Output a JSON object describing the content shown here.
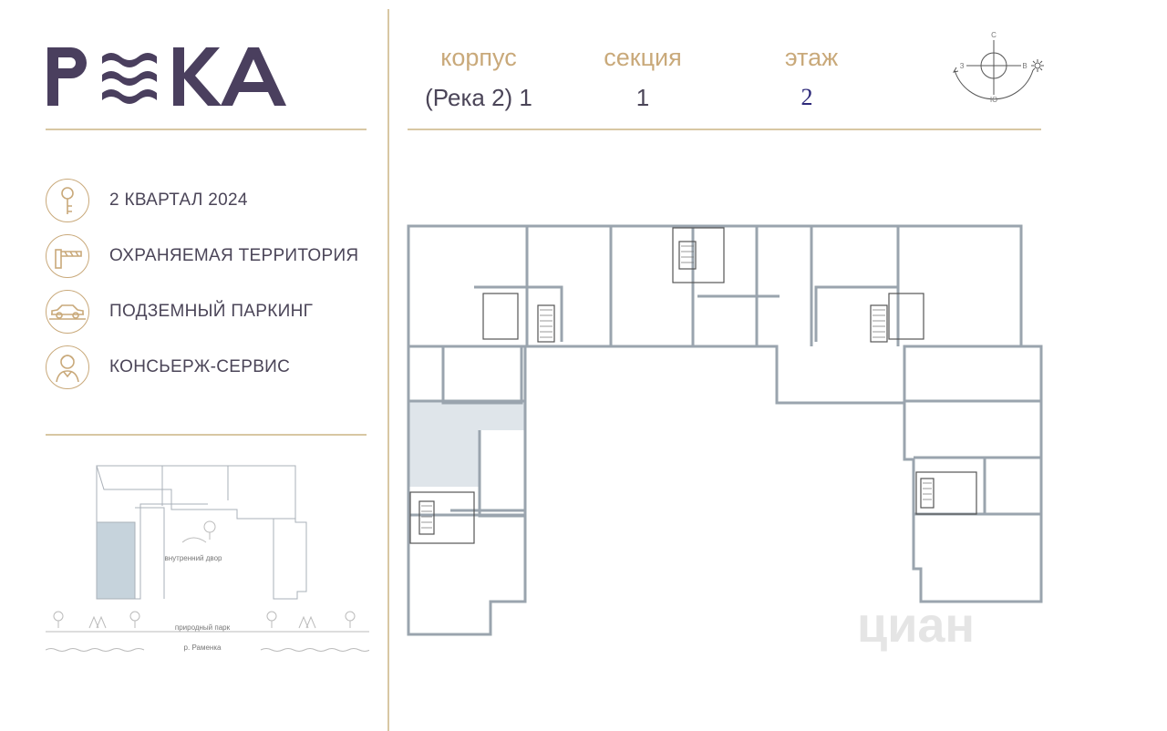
{
  "brand": {
    "logo": "РЕКА"
  },
  "header": {
    "corpus_label": "корпус",
    "corpus_value": "(Река 2) 1",
    "section_label": "секция",
    "section_value": "1",
    "floor_label": "этаж",
    "floor_value": "2"
  },
  "compass": {
    "n": "С",
    "s": "Ю",
    "w": "З",
    "e": "В"
  },
  "features": [
    {
      "icon": "key-icon",
      "label": "2 КВАРТАЛ 2024"
    },
    {
      "icon": "barrier-icon",
      "label": "ОХРАНЯЕМАЯ ТЕРРИТОРИЯ"
    },
    {
      "icon": "car-icon",
      "label": "ПОДЗЕМНЫЙ ПАРКИНГ"
    },
    {
      "icon": "concierge-icon",
      "label": "КОНСЬЕРЖ-СЕРВИС"
    }
  ],
  "site_plan": {
    "courtyard": "внутренний двор",
    "park": "природный парк",
    "river": "р. Раменка"
  },
  "watermark": "циан",
  "colors": {
    "accent": "#c9a97a",
    "text": "#4b4558",
    "logo": "#4a3f5e",
    "highlight": "#dfe5ea",
    "wall": "#9aa4ae"
  }
}
